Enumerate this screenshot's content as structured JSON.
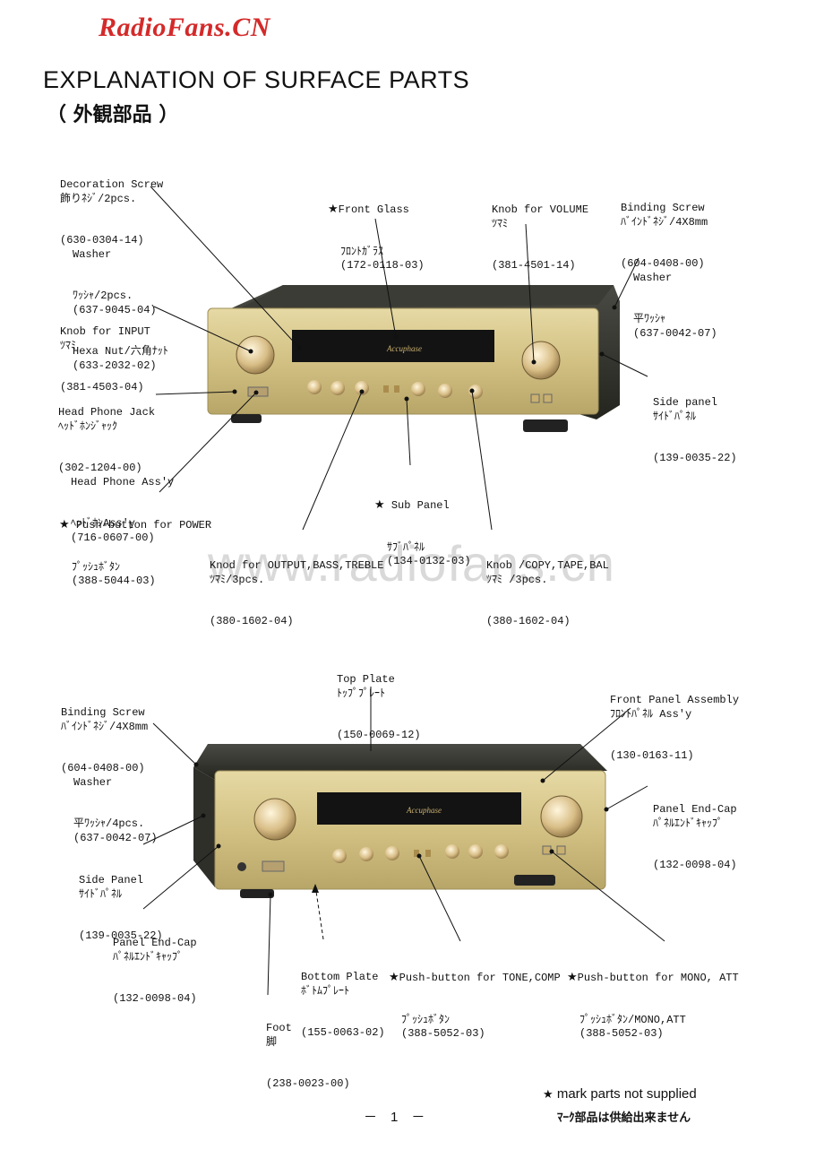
{
  "header": {
    "brand": "RadioFans.CN",
    "title": "EXPLANATION OF SURFACE PARTS",
    "subtitle": "（ 外観部品 ）"
  },
  "watermark": "www.radiofans.cn",
  "unit1_logo": "Accuphase",
  "unit2_logo": "Accuphase",
  "labels1": {
    "decoration": [
      "Decoration Screw",
      "飾りﾈｼﾞ/2pcs.",
      "(630-0304-14)",
      "Washer",
      "ﾜｯｼｬ/2pcs.",
      "(637-9045-04)",
      "Hexa Nut/六角ﾅｯﾄ",
      "(633-2032-02)"
    ],
    "front_glass": [
      "Front Glass",
      "ﾌﾛﾝﾄｶﾞﾗｽ",
      "(172-0118-03)"
    ],
    "knob_volume": [
      "Knob for VOLUME",
      "ﾂﾏﾐ",
      "(381-4501-14)"
    ],
    "binding": [
      "Binding Screw",
      "ﾊﾞｲﾝﾄﾞﾈｼﾞ/4X8mm",
      "(604-0408-00)",
      "Washer",
      "平ﾜｯｼｬ",
      "(637-0042-07)"
    ],
    "knob_input": [
      "Knob for INPUT",
      "ﾂﾏﾐ",
      "(381-4503-04)"
    ],
    "side_panel": [
      "Side panel",
      "ｻｲﾄﾞﾊﾟﾈﾙ",
      "(139-0035-22)"
    ],
    "headphone": [
      "Head Phone Jack",
      "ﾍｯﾄﾞﾎﾝｼﾞｬｯｸ",
      "(302-1204-00)",
      "Head Phone Ass'y",
      "ﾍｯﾄﾞﾎﾝAss'y",
      "(716-0607-00)"
    ],
    "sub_panel": [
      "Sub Panel",
      "ｻﾌﾞﾊﾟﾈﾙ",
      "(134-0132-03)"
    ],
    "power": [
      "Push-button for POWER",
      "ﾌﾟｯｼｭﾎﾞﾀﾝ",
      "(388-5044-03)"
    ],
    "knob_output": [
      "Knod for OUTPUT,BASS,TREBLE",
      "ﾂﾏﾐ/3pcs.",
      "(380-1602-04)"
    ],
    "knob_copy": [
      "Knob /COPY,TAPE,BAL",
      "ﾂﾏﾐ /3pcs.",
      "(380-1602-04)"
    ]
  },
  "labels2": {
    "top_plate": [
      "Top Plate",
      "ﾄｯﾌﾟﾌﾟﾚｰﾄ",
      "(150-0069-12)"
    ],
    "front_assy": [
      "Front Panel Assembly",
      "ﾌﾛﾝﾄﾊﾟﾈﾙ Ass'y",
      "(130-0163-11)"
    ],
    "binding": [
      "Binding Screw",
      "ﾊﾞｲﾝﾄﾞﾈｼﾞ/4X8mm",
      "(604-0408-00)",
      "Washer",
      "平ﾜｯｼｬ/4pcs.",
      "(637-0042-07)"
    ],
    "endcap_r": [
      "Panel End-Cap",
      "ﾊﾟﾈﾙｴﾝﾄﾞｷｬｯﾌﾟ",
      "(132-0098-04)"
    ],
    "side_panel": [
      "Side Panel",
      "ｻｲﾄﾞﾊﾟﾈﾙ",
      "(139-0035-22)"
    ],
    "endcap_l": [
      "Panel End-Cap",
      "ﾊﾟﾈﾙｴﾝﾄﾞｷｬｯﾌﾟ",
      "(132-0098-04)"
    ],
    "bottom_plate": [
      "Bottom Plate",
      "ﾎﾞﾄﾑﾌﾟﾚｰﾄ",
      "(155-0063-02)"
    ],
    "tone_comp": [
      "Push-button for TONE,COMP",
      "ﾌﾟｯｼｭﾎﾞﾀﾝ",
      "(388-5052-03)"
    ],
    "mono_att": [
      "Push-button for MONO, ATT",
      "ﾌﾟｯｼｭﾎﾞﾀﾝ/MONO,ATT",
      "(388-5052-03)"
    ],
    "foot": [
      "Foot",
      "脚",
      "(238-0023-00)"
    ]
  },
  "footer": {
    "note": "mark parts not supplied",
    "note_jp": "ﾏｰｸ部品は供給出来ません",
    "page": "－　1　－",
    "star": "★"
  }
}
